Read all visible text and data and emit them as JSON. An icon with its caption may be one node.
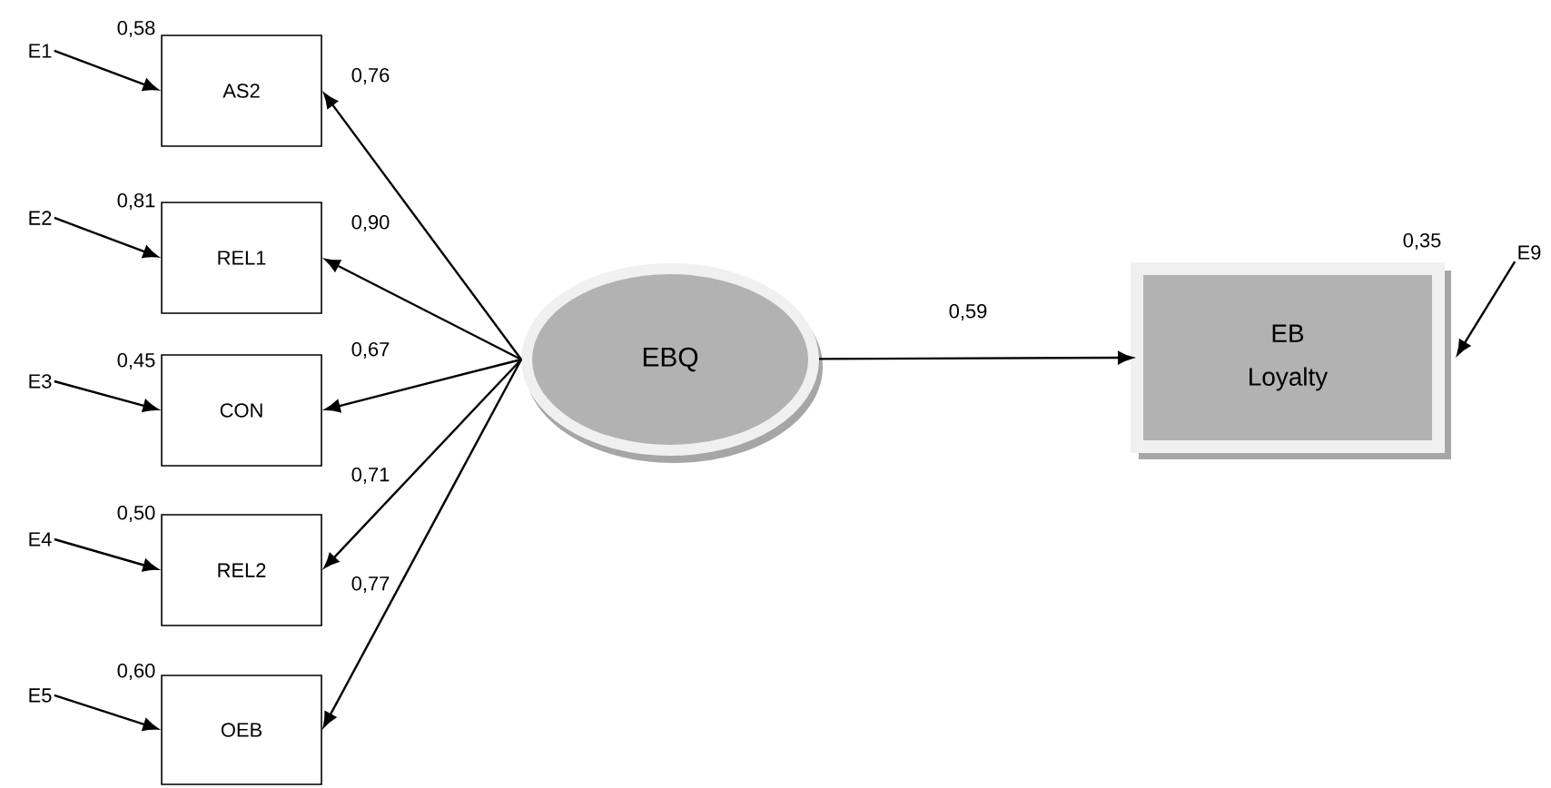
{
  "diagram": {
    "nodes": [
      {
        "text": [
          "E1"
        ]
      },
      {
        "text": [
          "AS2"
        ],
        "beside": [
          "0,58"
        ]
      },
      {
        "text": [
          "E2"
        ]
      },
      {
        "text": [
          "REL1"
        ],
        "beside": [
          "0,81"
        ]
      },
      {
        "text": [
          "E3"
        ]
      },
      {
        "text": [
          "CON"
        ],
        "beside": [
          "0,45"
        ]
      },
      {
        "text": [
          "E4"
        ]
      },
      {
        "text": [
          "REL2"
        ],
        "beside": [
          "0,50"
        ]
      },
      {
        "text": [
          "E5"
        ]
      },
      {
        "text": [
          "OEB"
        ],
        "beside": [
          "0,60"
        ]
      },
      {
        "text": [
          "EBQ"
        ]
      },
      {
        "text": [
          "EB Loyalty"
        ],
        "beside": [
          "0,35"
        ]
      },
      {
        "text": [
          "E9"
        ]
      }
    ],
    "edges": [
      {
        "from": 0,
        "to": 1,
        "arrow": "to"
      },
      {
        "from": 2,
        "to": 3,
        "arrow": "to"
      },
      {
        "from": 4,
        "to": 5,
        "arrow": "to"
      },
      {
        "from": 6,
        "to": 7,
        "arrow": "to"
      },
      {
        "from": 8,
        "to": 9,
        "arrow": "to"
      },
      {
        "from": 10,
        "to": 1,
        "arrow": "to",
        "label": "0,76"
      },
      {
        "from": 10,
        "to": 3,
        "arrow": "to",
        "label": "0,90"
      },
      {
        "from": 10,
        "to": 5,
        "arrow": "to",
        "label": "0,67"
      },
      {
        "from": 10,
        "to": 7,
        "arrow": "to",
        "label": "0,71"
      },
      {
        "from": 10,
        "to": 9,
        "arrow": "to",
        "label": "0,77"
      },
      {
        "from": 10,
        "to": 11,
        "arrow": "to",
        "label": "0,59"
      },
      {
        "from": 12,
        "to": 11,
        "arrow": "to"
      }
    ]
  }
}
